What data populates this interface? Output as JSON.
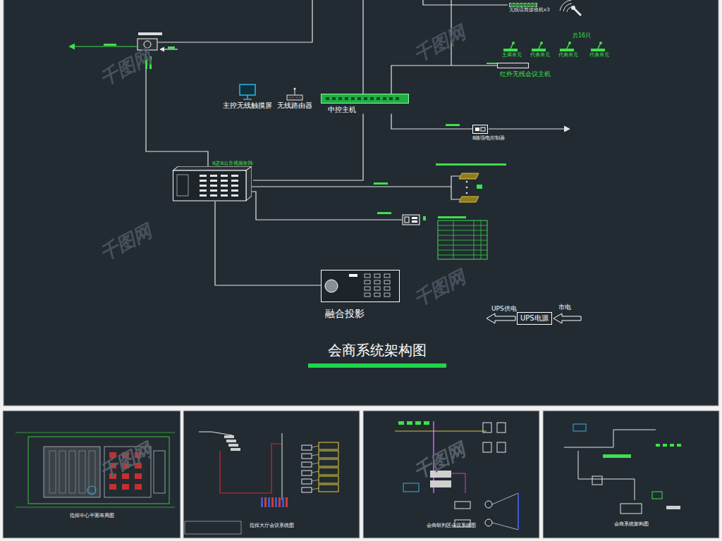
{
  "diagram": {
    "title": "会商系统架构图",
    "nodes": [
      {
        "text": [
          "无线话筒接收机x3"
        ]
      },
      {
        "text": [
          "主席单元"
        ]
      },
      {
        "text": [
          "代表单元"
        ]
      },
      {
        "text": [
          "代表单元"
        ]
      },
      {
        "text": [
          "代表单元"
        ]
      },
      {
        "text": [
          "红外无线会议主机"
        ]
      },
      {
        "text": [
          "主控无线触摸屏"
        ]
      },
      {
        "text": [
          "无线路由器"
        ]
      },
      {
        "text": [
          "中控主机"
        ]
      },
      {
        "text": [
          "8路强电控制器"
        ]
      },
      {
        "text": [
          "8进8出音视频矩阵"
        ]
      },
      {
        "text": [
          "融合投影"
        ]
      },
      {
        "text": [
          "UPS电源"
        ]
      }
    ],
    "edges": [
      {
        "from": 8,
        "to": 5,
        "arrow": "none"
      },
      {
        "from": 8,
        "to": 9,
        "arrow": "none"
      },
      {
        "from": 10,
        "to": 8,
        "arrow": "none"
      },
      {
        "from": 10,
        "to": 11,
        "arrow": "none"
      }
    ],
    "labels": [
      "共16只",
      "UPS供电",
      "市电",
      "指挥中心平面布局图",
      "指挥大厅会议系统图",
      "会商研判区会议系统图",
      "会商系统架构图",
      "千图网",
      "千图网",
      "千图网",
      "千图网",
      "千图网",
      "千图网"
    ]
  }
}
